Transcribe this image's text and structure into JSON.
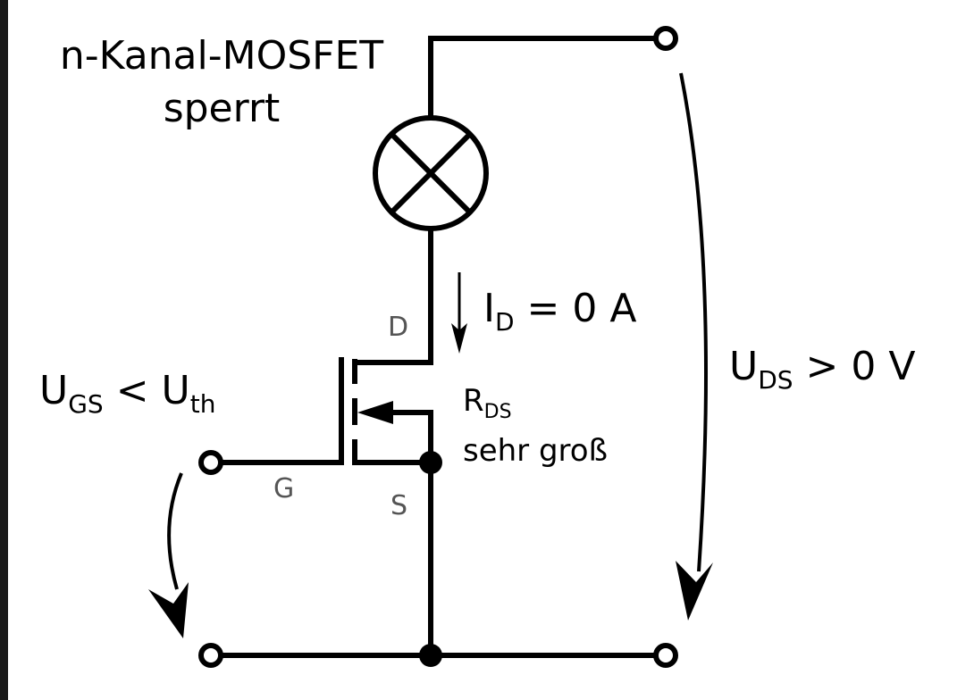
{
  "title": {
    "line1": "n-Kanal-MOSFET",
    "line2": "sperrt"
  },
  "labels": {
    "drain_current": {
      "main": "I",
      "sub": "D",
      "value": " = 0 A"
    },
    "vds": {
      "main": "U",
      "sub": "DS",
      "value": " > 0 V"
    },
    "vgs": {
      "main": "U",
      "sub": "GS",
      "mid": " < U",
      "sub2": "th"
    },
    "rds": {
      "main": "R",
      "sub": "DS",
      "line2": "sehr groß"
    }
  },
  "pins": {
    "drain": "D",
    "gate": "G",
    "source": "S"
  },
  "colors": {
    "stroke": "#000000",
    "pin_text": "#555555",
    "background": "#ffffff"
  },
  "icons": [
    "lamp-symbol",
    "mosfet-symbol",
    "terminal-circle",
    "junction-dot",
    "arrow"
  ]
}
